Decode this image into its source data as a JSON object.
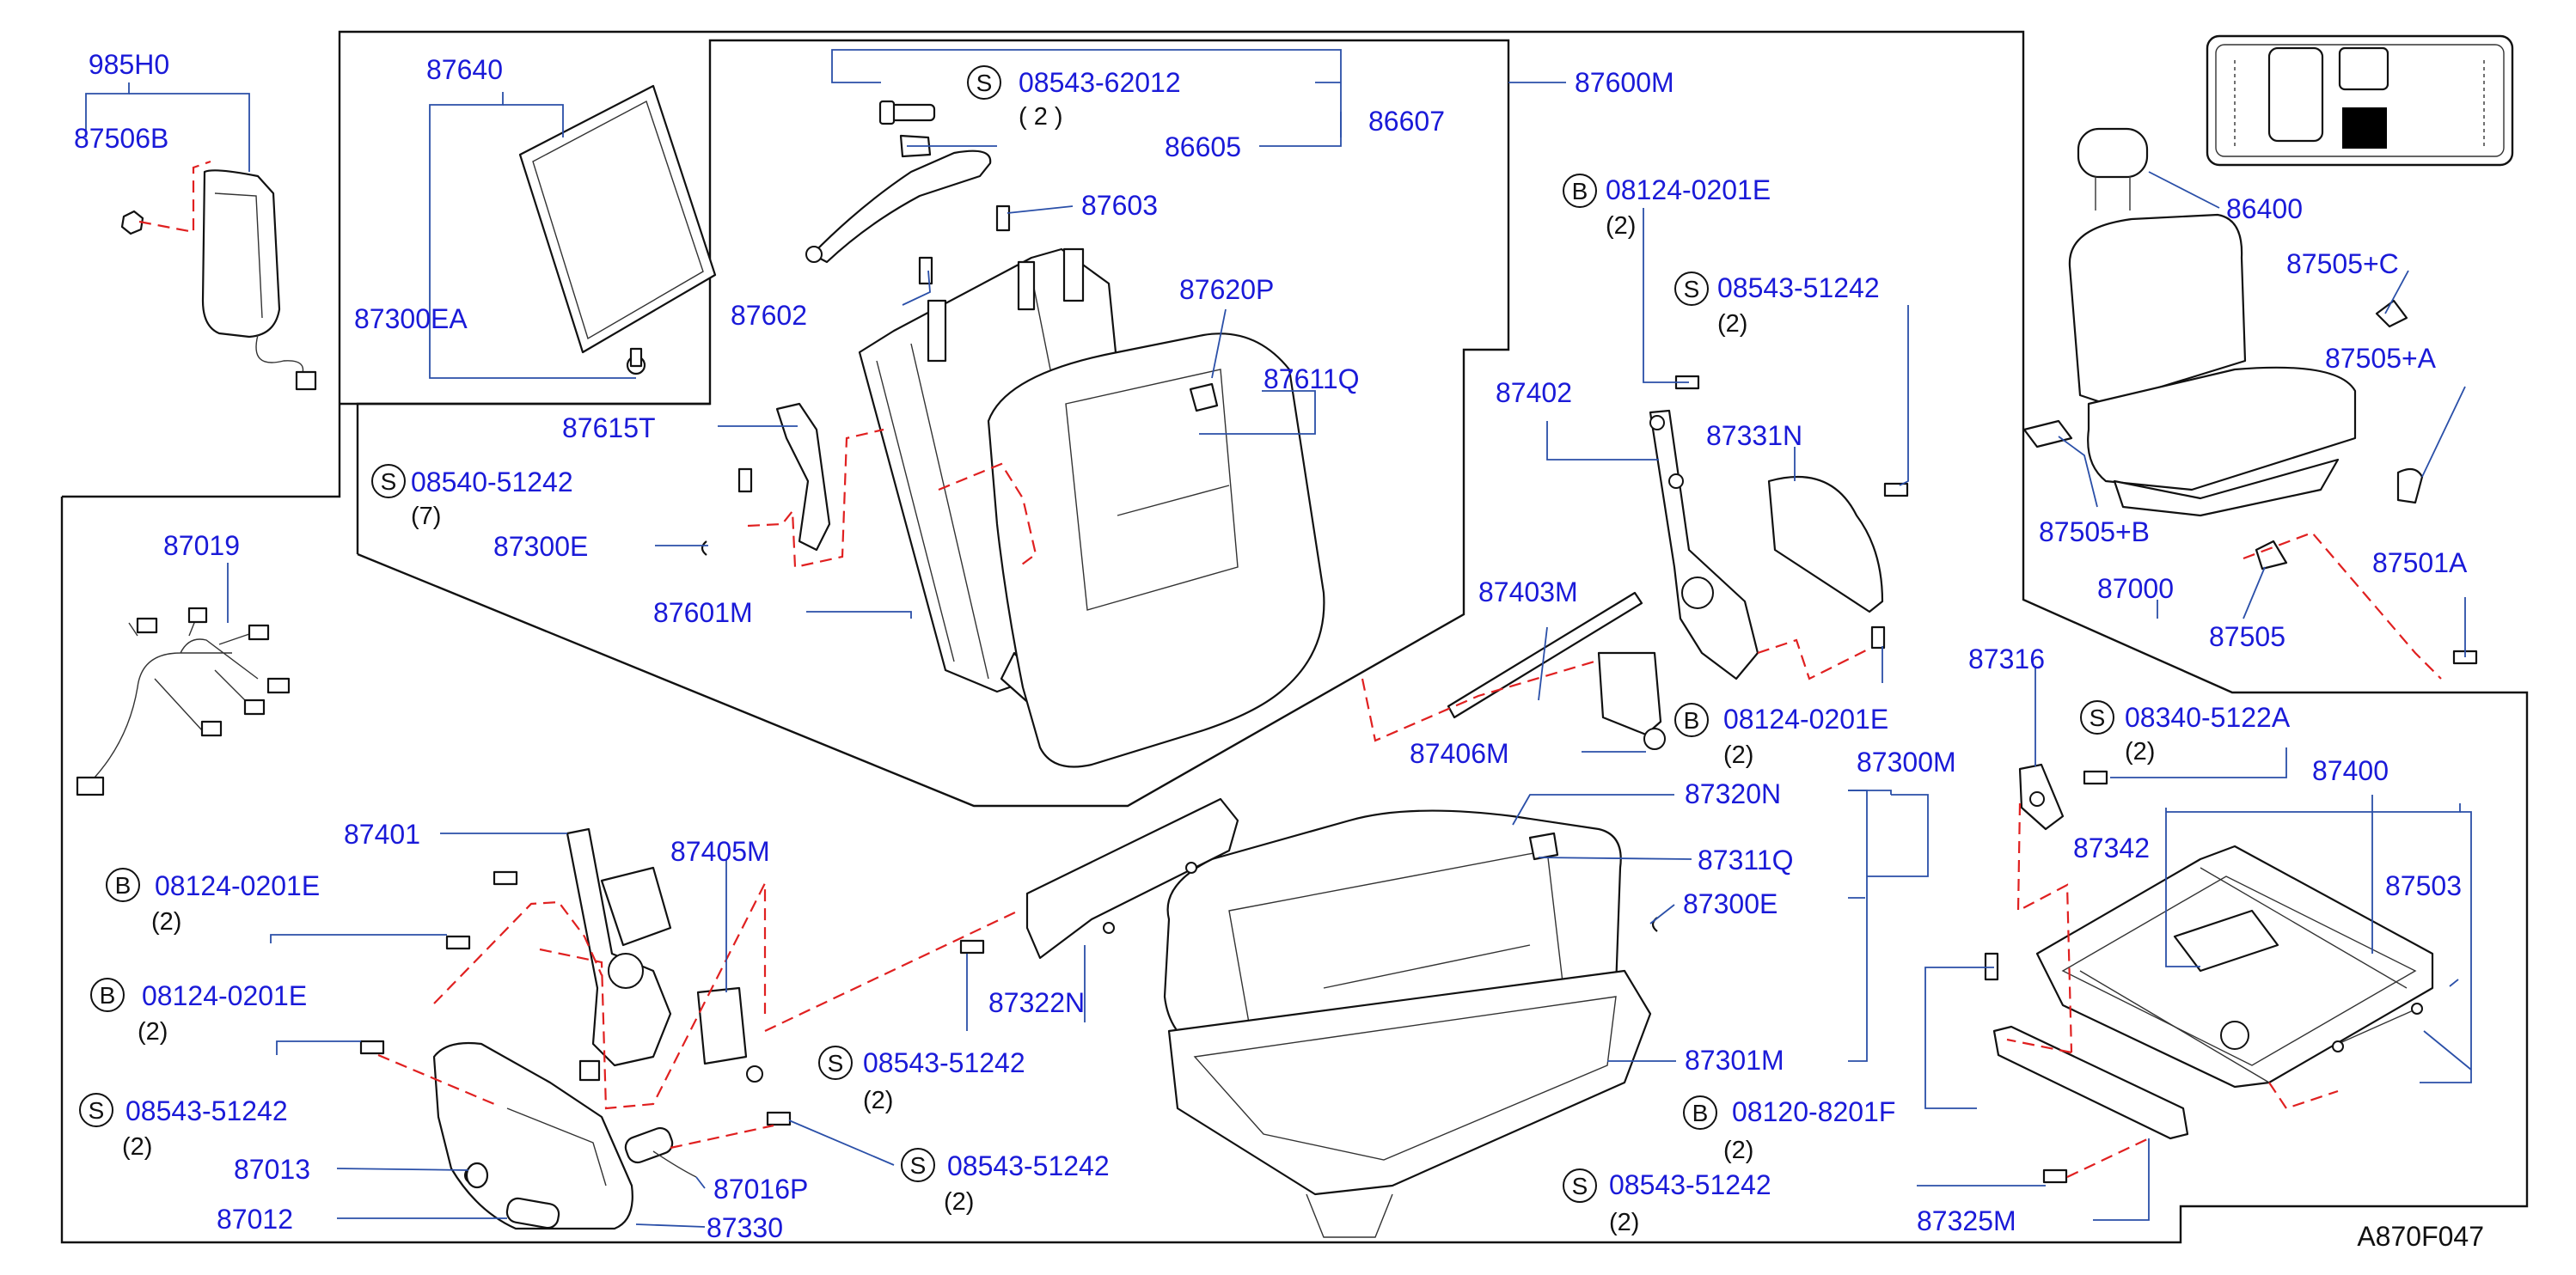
{
  "figure_code": "A870F047",
  "colors": {
    "label": "#1a1ad8",
    "leader": "#2a4fa8",
    "assembly_path": "#e02020",
    "outline": "#111111"
  },
  "symbols": {
    "screw": "S",
    "bolt": "B"
  },
  "labels": {
    "p985H0": "985H0",
    "p87506B": "87506B",
    "p87640": "87640",
    "p87300EA": "87300EA",
    "p86607": "86607",
    "p86605": "86605",
    "s08543_62012": "08543-62012",
    "q2a": "( 2 )",
    "p87603": "87603",
    "p87602": "87602",
    "p87620P": "87620P",
    "p87611Q": "87611Q",
    "p87600M": "87600M",
    "p87615T": "87615T",
    "s08540_51242": "08540-51242",
    "q7": "(7)",
    "p87300E_top": "87300E",
    "p87601M": "87601M",
    "p87019": "87019",
    "b08124_0201E_a": "08124-0201E",
    "q2b": "(2)",
    "s08543_51242_a": "08543-51242",
    "q2c": "(2)",
    "p87402": "87402",
    "p87331N": "87331N",
    "p87403M": "87403M",
    "p87406M": "87406M",
    "b08124_0201E_b": "08124-0201E",
    "q2d": "(2)",
    "p86400": "86400",
    "p87505C": "87505+C",
    "p87505A": "87505+A",
    "p87505B": "87505+B",
    "p87000": "87000",
    "p87505": "87505",
    "p87501A": "87501A",
    "p87316": "87316",
    "s08340_5122A": "08340-5122A",
    "q2e": "(2)",
    "p87400": "87400",
    "p87342": "87342",
    "p87503": "87503",
    "p87300M": "87300M",
    "p87320N": "87320N",
    "p87311Q": "87311Q",
    "p87300E_mid": "87300E",
    "p87301M": "87301M",
    "b08120_8201F": "08120-8201F",
    "q2f": "(2)",
    "s08543_51242_b": "08543-51242",
    "q2g": "(2)",
    "p87325M": "87325M",
    "p87401": "87401",
    "b08124_0201E_c": "08124-0201E",
    "q2h": "(2)",
    "p87405M": "87405M",
    "b08124_0201E_d": "08124-0201E",
    "q2i": "(2)",
    "s08543_51242_c": "08543-51242",
    "q2j": "(2)",
    "p87013": "87013",
    "p87012": "87012",
    "p87330": "87330",
    "p87016P": "87016P",
    "s08543_51242_d": "08543-51242",
    "q2k": "(2)",
    "p87322N": "87322N",
    "s08543_51242_e": "08543-51242",
    "q2l": "(2)"
  }
}
